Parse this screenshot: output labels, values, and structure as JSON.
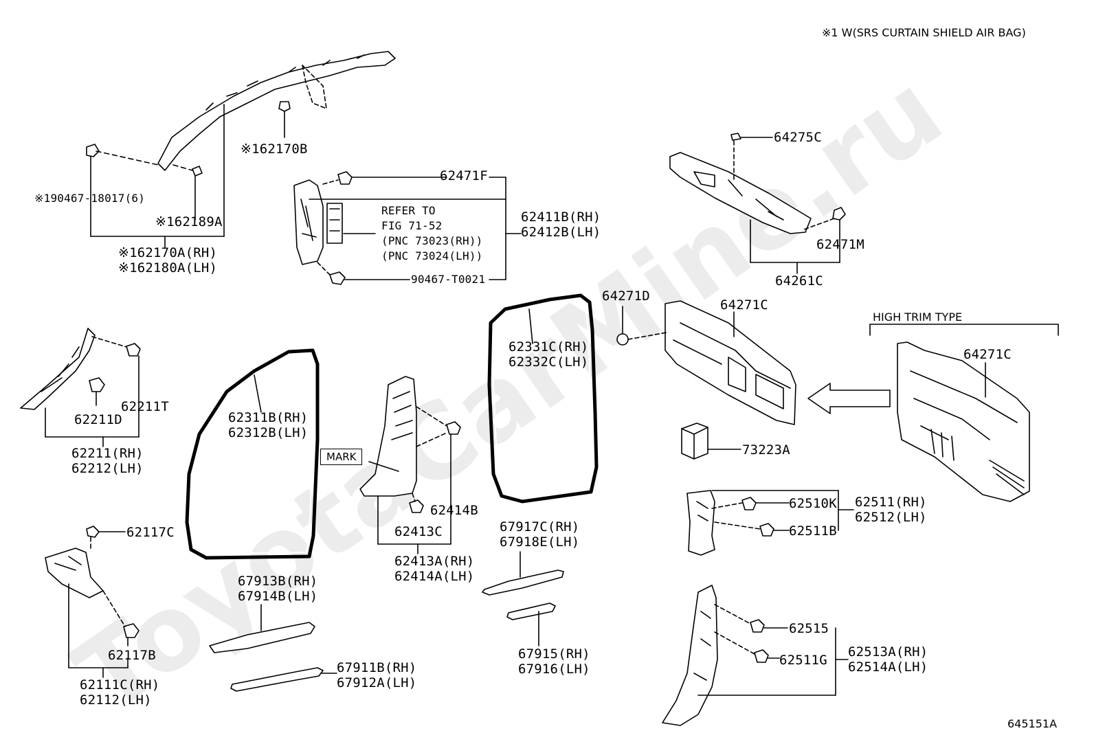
{
  "header": {
    "note": "※1 W(SRS CURTAIN SHIELD AIR BAG)"
  },
  "watermark": "ToyotaCarMine.ru",
  "footer": {
    "figure_code": "645151A"
  },
  "labels": {
    "p62170B": "※162170B",
    "p90467_18017": "※190467-18017(6)",
    "p62189A": "※162189A",
    "p62170A": "※162170A(RH)",
    "p62180A": "※162180A(LH)",
    "p62471F": "62471F",
    "refer1": "REFER TO",
    "refer2": "FIG 71-52",
    "refer3": "(PNC 73023(RH))",
    "refer4": "(PNC 73024(LH))",
    "p62411B": "62411B(RH)",
    "p62412B": "62412B(LH)",
    "p90467_T0021": "90467-T0021",
    "p64275C": "64275C",
    "p62471M": "62471M",
    "p64261C": "64261C",
    "p64271D": "64271D",
    "p64271C": "64271C",
    "high_trim": "HIGH TRIM TYPE",
    "p64271C_b": "64271C",
    "p62331C": "62331C(RH)",
    "p62332C": "62332C(LH)",
    "p62211T": "62211T",
    "p62211D": "62211D",
    "p62211": "62211(RH)",
    "p62212": "62212(LH)",
    "p62311B": "62311B(RH)",
    "p62312B": "62312B(LH)",
    "mark": "MARK",
    "p62414B": "62414B",
    "p62413C": "62413C",
    "p62413A": "62413A(RH)",
    "p62414A": "62414A(LH)",
    "p73223A": "73223A",
    "p62510K": "62510K",
    "p62511": "62511(RH)",
    "p62512": "62512(LH)",
    "p62511B": "62511B",
    "p67917C": "67917C(RH)",
    "p67918E": "67918E(LH)",
    "p62117C": "62117C",
    "p62117B": "62117B",
    "p62111C": "62111C(RH)",
    "p62112": "62112(LH)",
    "p67913B": "67913B(RH)",
    "p67914B": "67914B(LH)",
    "p67911B": "67911B(RH)",
    "p67912A": "67912A(LH)",
    "p67915": "67915(RH)",
    "p67916": "67916(LH)",
    "p62515": "62515",
    "p62511G": "62511G",
    "p62513A": "62513A(RH)",
    "p62514A": "62514A(LH)"
  }
}
